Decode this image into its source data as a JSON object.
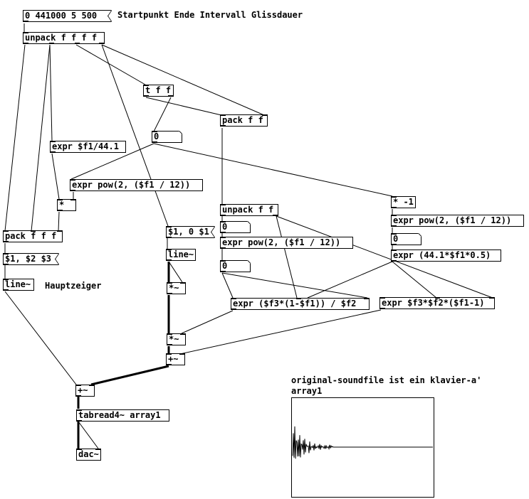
{
  "patch": {
    "messages": {
      "init": "0 441000 5 500",
      "envelope": "$1, $2 $3",
      "ramp": "$1, 0 $1"
    },
    "objects": {
      "unpack4": "unpack f f f f",
      "trigger": "t f f",
      "pack2": "pack f f",
      "expr_ms": "expr $f1/44.1",
      "expr_pow_left": "expr pow(2, ($f1 / 12))",
      "mult_left": "*",
      "pack3": "pack f f f",
      "line_main": "line~",
      "line_ramp": "line~",
      "sigmul1": "*~",
      "sigmul2": "*~",
      "sigadd1": "+~",
      "sigadd_main": "+~",
      "unpack2": "unpack f f",
      "expr_pow_mid": "expr pow(2, ($f1 / 12))",
      "expr_scale_a": "expr ($f3*(1-$f1)) / $f2",
      "times_neg1": "* -1",
      "expr_pow_right": "expr pow(2, ($f1 / 12))",
      "expr_half": "expr (44.1*$f1*0.5)",
      "expr_scale_b": "expr $f3*$f2*($f1-1)",
      "tabread": "tabread4~ array1",
      "dac": "dac~"
    },
    "number_boxes": {
      "interval": "0",
      "pow_mid": "0",
      "result_mid": "0",
      "pow_right": "0"
    },
    "comments": {
      "header": "Startpunkt Ende Intervall Glissdauer",
      "main_pointer": "Hauptzeiger",
      "array_note": "original-soundfile ist ein klavier-a'"
    },
    "array": {
      "name": "array1"
    }
  }
}
